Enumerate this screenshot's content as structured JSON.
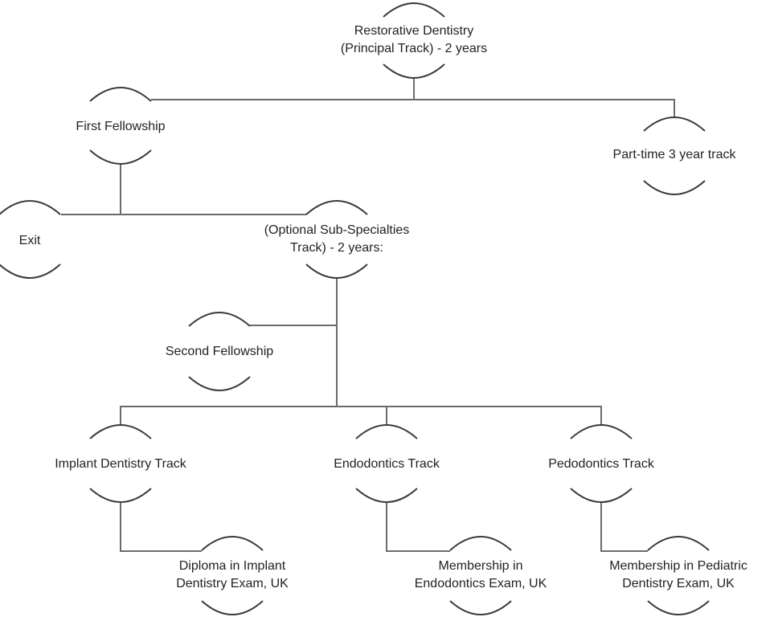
{
  "diagram": {
    "type": "tree",
    "colors": {
      "edge": "#6b6b6b",
      "arc": "#3a3a3a",
      "text": "#222222",
      "background": "#ffffff"
    },
    "nodes": [
      {
        "id": "restorative",
        "lines": [
          "Restorative Dentistry",
          "(Principal Track) - 2 years"
        ]
      },
      {
        "id": "first-fellowship",
        "lines": [
          "First Fellowship"
        ]
      },
      {
        "id": "part-time",
        "lines": [
          "Part-time 3 year track"
        ]
      },
      {
        "id": "exit",
        "lines": [
          "Exit"
        ]
      },
      {
        "id": "optional-sub",
        "lines": [
          "(Optional Sub-Specialties",
          "Track) - 2 years:"
        ]
      },
      {
        "id": "second-fellowship",
        "lines": [
          "Second Fellowship"
        ]
      },
      {
        "id": "implant",
        "lines": [
          "Implant Dentistry Track"
        ]
      },
      {
        "id": "endodontics",
        "lines": [
          "Endodontics Track"
        ]
      },
      {
        "id": "pedodontics",
        "lines": [
          "Pedodontics Track"
        ]
      },
      {
        "id": "diploma-implant",
        "lines": [
          "Diploma in Implant",
          "Dentistry Exam, UK"
        ]
      },
      {
        "id": "membership-endo",
        "lines": [
          "Membership in",
          "Endodontics Exam, UK"
        ]
      },
      {
        "id": "membership-pedo",
        "lines": [
          "Membership in Pediatric",
          "Dentistry Exam, UK"
        ]
      }
    ],
    "edges": [
      {
        "from": "restorative",
        "to": "first-fellowship"
      },
      {
        "from": "restorative",
        "to": "part-time"
      },
      {
        "from": "first-fellowship",
        "to": "exit"
      },
      {
        "from": "first-fellowship",
        "to": "optional-sub"
      },
      {
        "from": "optional-sub",
        "to": "second-fellowship"
      },
      {
        "from": "optional-sub",
        "to": "implant"
      },
      {
        "from": "optional-sub",
        "to": "endodontics"
      },
      {
        "from": "optional-sub",
        "to": "pedodontics"
      },
      {
        "from": "implant",
        "to": "diploma-implant"
      },
      {
        "from": "endodontics",
        "to": "membership-endo"
      },
      {
        "from": "pedodontics",
        "to": "membership-pedo"
      }
    ]
  }
}
